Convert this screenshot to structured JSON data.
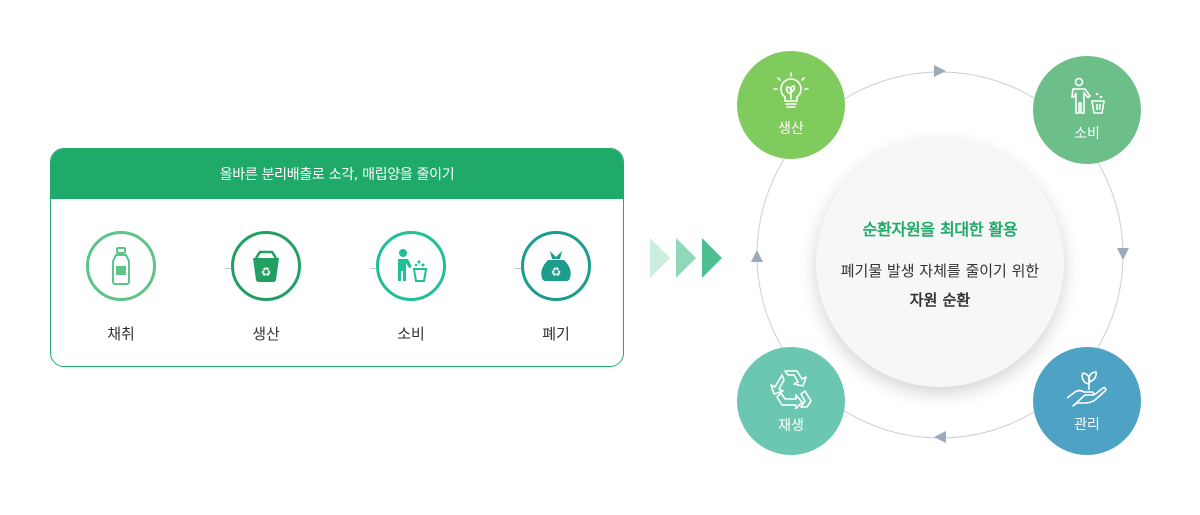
{
  "panel": {
    "title": "올바른 분리배출로 소각, 매립양을 줄이기",
    "steps": [
      {
        "label": "채취",
        "icon": "bottle-icon",
        "color": "#5ec48a"
      },
      {
        "label": "생산",
        "icon": "recycle-bin-icon",
        "color": "#21a062"
      },
      {
        "label": "소비",
        "icon": "person-trash-icon",
        "color": "#1fbf98"
      },
      {
        "label": "폐기",
        "icon": "trash-bag-icon",
        "color": "#1c9c8c"
      }
    ]
  },
  "chevron_colors": [
    "#cbeedd",
    "#8fd8b8",
    "#4dbf92"
  ],
  "center": {
    "title": "순환자원을 최대한 활용",
    "line1": "폐기물 발생 자체를 줄이기 위한",
    "line2": "자원 순환"
  },
  "cycle": [
    {
      "label": "생산",
      "icon": "lightbulb-leaf-icon",
      "color": "#7fcb5e"
    },
    {
      "label": "소비",
      "icon": "person-trash-icon",
      "color": "#6dbf8a"
    },
    {
      "label": "관리",
      "icon": "hand-plant-icon",
      "color": "#4ea3c4"
    },
    {
      "label": "재생",
      "icon": "recycle-icon",
      "color": "#6cc7b0"
    }
  ]
}
